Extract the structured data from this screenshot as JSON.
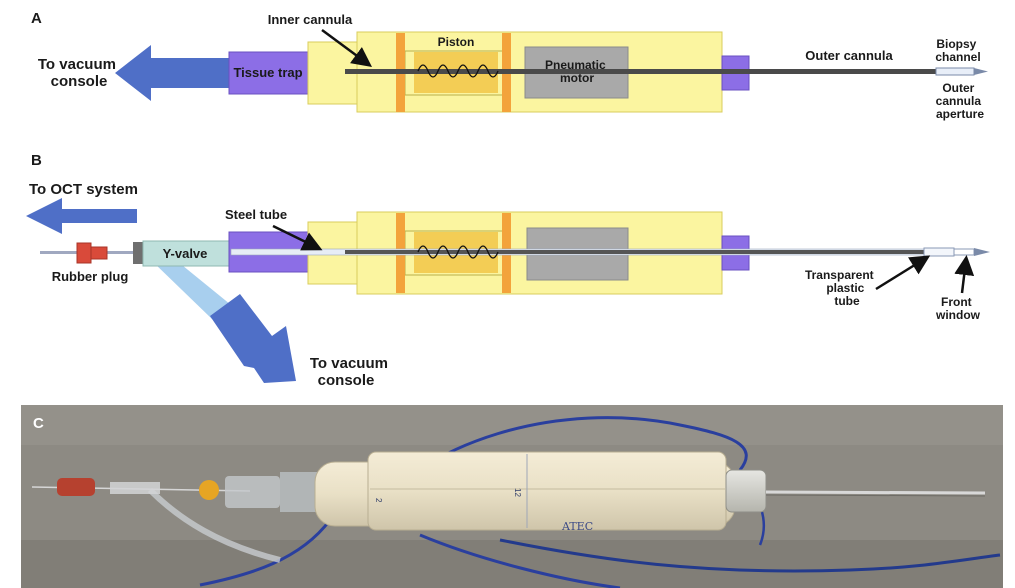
{
  "panels": {
    "a": {
      "letter": "A",
      "inner_cannula": "Inner cannula",
      "piston": "Piston",
      "pneumatic_motor": [
        "Pneumatic",
        "motor"
      ],
      "outer_cannula": "Outer cannula",
      "biopsy_channel": [
        "Biopsy",
        "channel"
      ],
      "outer_cannula_aperture": [
        "Outer",
        "cannula",
        "aperture"
      ],
      "tissue_trap": "Tissue trap",
      "to_vacuum_console": [
        "To vacuum",
        "console"
      ]
    },
    "b": {
      "letter": "B",
      "to_oct_system": "To OCT system",
      "steel_tube": "Steel tube",
      "y_valve": "Y-valve",
      "rubber_plug": "Rubber plug",
      "to_vacuum_console": [
        "To vacuum",
        "console"
      ],
      "transparent_plastic_tube": [
        "Transparent",
        "plastic",
        "tube"
      ],
      "front_window": [
        "Front",
        "window"
      ]
    },
    "c": {
      "letter": "C",
      "device_label": "ATEC",
      "scale_marks": [
        "2",
        "12"
      ]
    }
  },
  "colors": {
    "housing_yellow": "#fbf5a0",
    "housing_stroke": "#d9cd5c",
    "piston_orange": "#f3a33b",
    "piston_inner": "#f3cd55",
    "motor_gray": "#a9a9a9",
    "trap_purple": "#8c6ee6",
    "arrow_blue": "#4f6fc7",
    "y_valve_teal": "#bfe0dc",
    "tube_light_blue": "#a8cfee",
    "rubber_plug_red": "#d94a3a",
    "photo_background": "#8d8a83"
  }
}
